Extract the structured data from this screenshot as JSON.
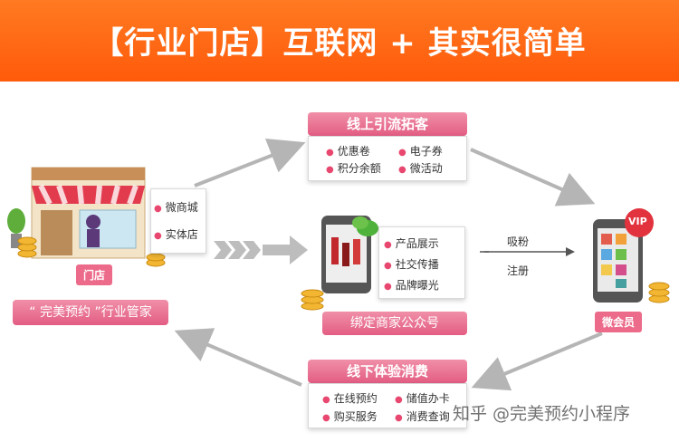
{
  "banner": {
    "title": "【行业门店】互联网 + 其实很简单"
  },
  "online": {
    "title": "线上引流拓客",
    "items": [
      "优惠卷",
      "电子券",
      "积分余额",
      "微活动"
    ]
  },
  "offline": {
    "title": "线下体验消费",
    "items": [
      "在线预约",
      "储值办卡",
      "购买服务",
      "消费查询"
    ]
  },
  "store": {
    "label": "门店",
    "items": [
      "微商城",
      "实体店"
    ],
    "slogan": "“ 完美预约 ”行业管家"
  },
  "phone_center": {
    "items": [
      "产品展示",
      "社交传播",
      "品牌曝光"
    ],
    "caption": "绑定商家公众号"
  },
  "flow": {
    "top_label": "吸粉",
    "bottom_label": "注册"
  },
  "member": {
    "label": "微会员",
    "vip": "VIP"
  },
  "watermark": "知乎 @完美预约小程序",
  "colors": {
    "banner": "#ff6a14",
    "accent": "#e8486f"
  }
}
